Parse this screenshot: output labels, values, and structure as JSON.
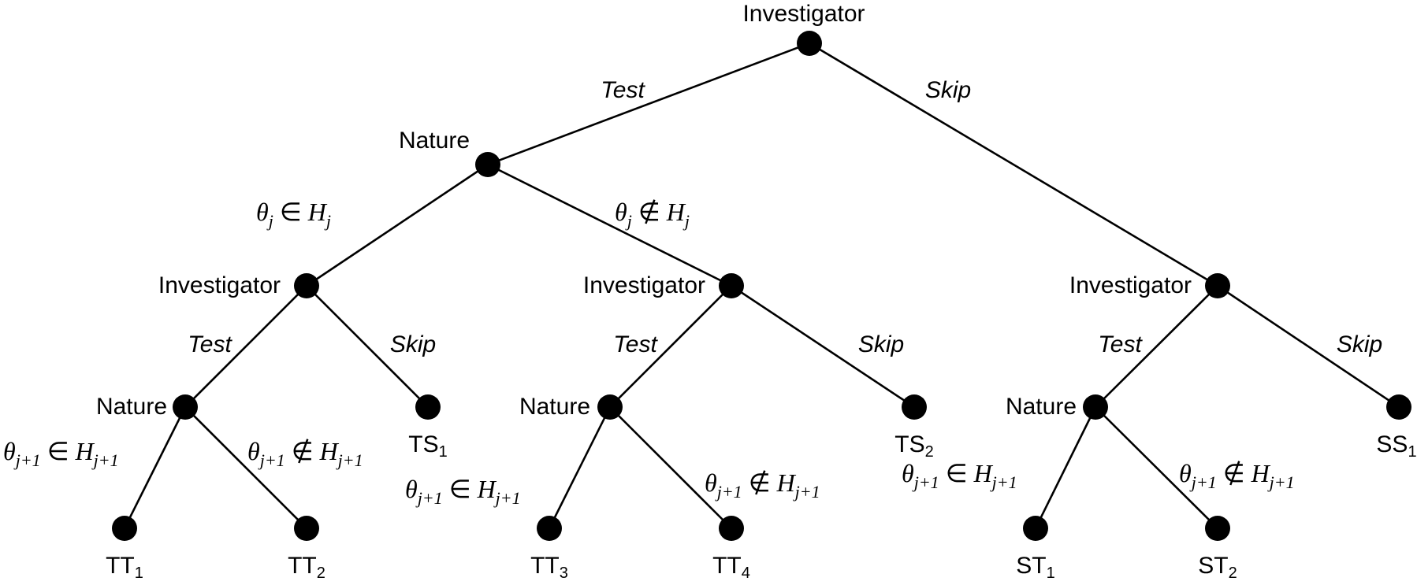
{
  "nodes": {
    "root": {
      "role": "Investigator"
    },
    "n1": {
      "role": "Nature"
    },
    "i_left": {
      "role": "Investigator"
    },
    "i_mid": {
      "role": "Investigator"
    },
    "i_right": {
      "role": "Investigator"
    },
    "nat_left": {
      "role": "Nature"
    },
    "nat_mid": {
      "role": "Nature"
    },
    "nat_right": {
      "role": "Nature"
    }
  },
  "actions": {
    "test": "Test",
    "skip": "Skip"
  },
  "math": {
    "theta": "θ",
    "in": "∈",
    "notin": "∉",
    "H": "H",
    "j": "j",
    "j1": "j+1"
  },
  "leaves": [
    {
      "id": "TT1",
      "base": "TT",
      "sub": "1"
    },
    {
      "id": "TT2",
      "base": "TT",
      "sub": "2"
    },
    {
      "id": "TS1",
      "base": "TS",
      "sub": "1"
    },
    {
      "id": "TT3",
      "base": "TT",
      "sub": "3"
    },
    {
      "id": "TT4",
      "base": "TT",
      "sub": "4"
    },
    {
      "id": "TS2",
      "base": "TS",
      "sub": "2"
    },
    {
      "id": "ST1",
      "base": "ST",
      "sub": "1"
    },
    {
      "id": "ST2",
      "base": "ST",
      "sub": "2"
    },
    {
      "id": "SS1",
      "base": "SS",
      "sub": "1"
    }
  ]
}
